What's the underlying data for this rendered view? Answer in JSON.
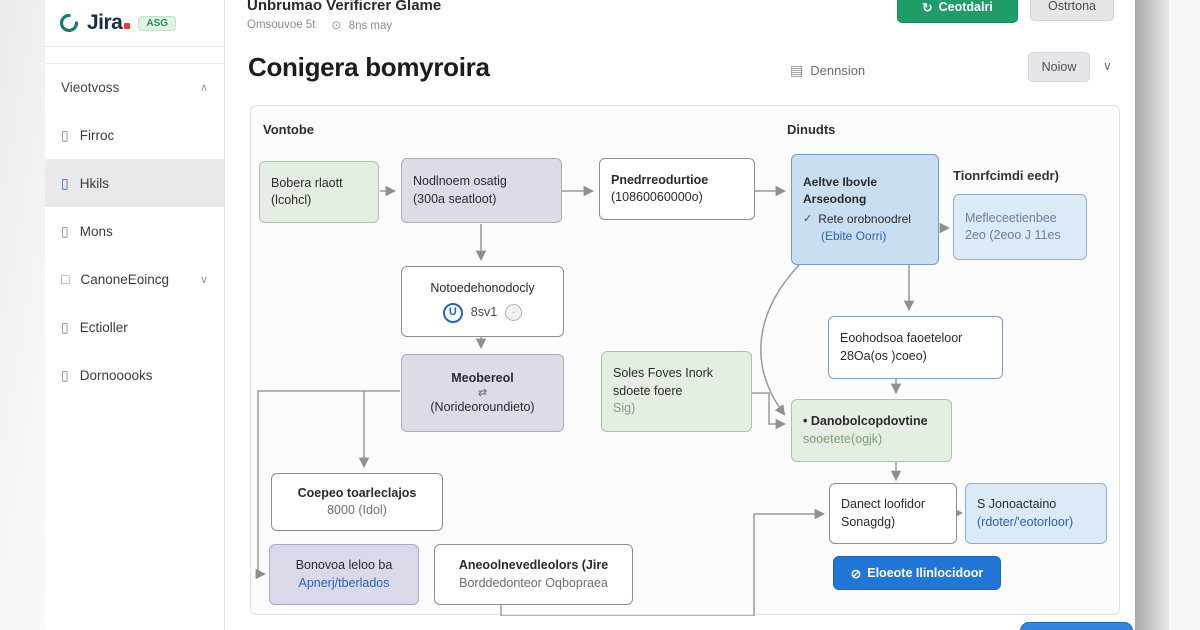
{
  "app": {
    "logo": {
      "brand": "Jira",
      "badge": "ASG"
    },
    "topbar": {
      "title": "Unbrumao Verificrer Glame",
      "meta_left": "Omsouvoe 5t",
      "meta_right": "8ns may",
      "primary_button": "Ceotdalri",
      "secondary_button": "Ostrtona"
    }
  },
  "sidebar": {
    "section_label": "Vieotvoss",
    "items": [
      {
        "label": "Firroc"
      },
      {
        "label": "Hkils"
      },
      {
        "label": "Mons"
      },
      {
        "label": "CanoneEoincg"
      },
      {
        "label": "Ectioller"
      },
      {
        "label": "Dornooooks"
      }
    ]
  },
  "page": {
    "title": "Conigera bomyroira",
    "view_label": "Dennsion",
    "view_button": "Noiow"
  },
  "flow": {
    "left_label": "Vontobe",
    "right_label": "Dinudts",
    "boxes": {
      "b1": {
        "l1": "Bobera rlaott",
        "l2": "(lcohcl)"
      },
      "b2": {
        "l1": "Nodlnoem osatig",
        "l2": "(300a seatloot)"
      },
      "b3": {
        "l1": "Pnedrreodurtioe",
        "l2": "(10860060000o)"
      },
      "b4": {
        "l1": "Aeltve Ibovle",
        "l2": "Arseodong",
        "l3": "Rete orobnoodrel",
        "l4": "(Ebite Oorri)"
      },
      "b5_label": "Tionrfcimdi eedr)",
      "b6": {
        "l1": "Mefleceetienbee",
        "l2": "2eo (2eoo J 11es"
      },
      "b7": {
        "l1": "Notoedehonodocly",
        "badge": "U",
        "l2": "8sv1",
        "dot": "·"
      },
      "b8": {
        "l1": "Meobereol",
        "l2": "(Norideoroundieto)"
      },
      "b9": {
        "l1": "Soles Foves Inork",
        "l2": "sdoete foere",
        "l3": "Sig)"
      },
      "b10": {
        "l1": "Eoohodsoa faoeteloor",
        "l2": "28Oa(os )coeo)"
      },
      "b11": {
        "l1": "Danobolcopdovtine",
        "l2": "sooetete(ogjk)"
      },
      "b12": {
        "l1": "Coepeo toarleclajos",
        "l2": "8000 (Idol)"
      },
      "b13": {
        "l1": "Danect loofidor",
        "l2": "Sonagdg)"
      },
      "b14": {
        "l1": "S Jonoactaino",
        "l2": "(rdoter/'eotorloor)"
      },
      "b15": {
        "l1": "Bonovoa leloo ba",
        "l2": "Apnerj/tberlados"
      },
      "b16": {
        "l1": "Aneoolnevedleolors (Jire",
        "l2": "Borddedonteor Oqbopraea"
      },
      "action_button": "Eloeote Ilinlocidoor"
    }
  },
  "icons": {
    "check": "✓",
    "clock": "⊙",
    "refresh": "↻",
    "chevron_up": "∧",
    "chevron_down": "∨",
    "doc": "▯",
    "square": "□",
    "list": "▤",
    "slash_circle": "⊘",
    "swap": "⇄",
    "dot": "•"
  },
  "colors": {
    "primary_green": "#1f9d68",
    "primary_blue": "#2277d6",
    "node_green": "#e4eee2",
    "node_gray": "#dcdce6",
    "node_blue": "#cadef2",
    "node_light_blue": "#dce9f6",
    "brand_red": "#e03e2f",
    "brand_teal": "#1d7a6f"
  }
}
